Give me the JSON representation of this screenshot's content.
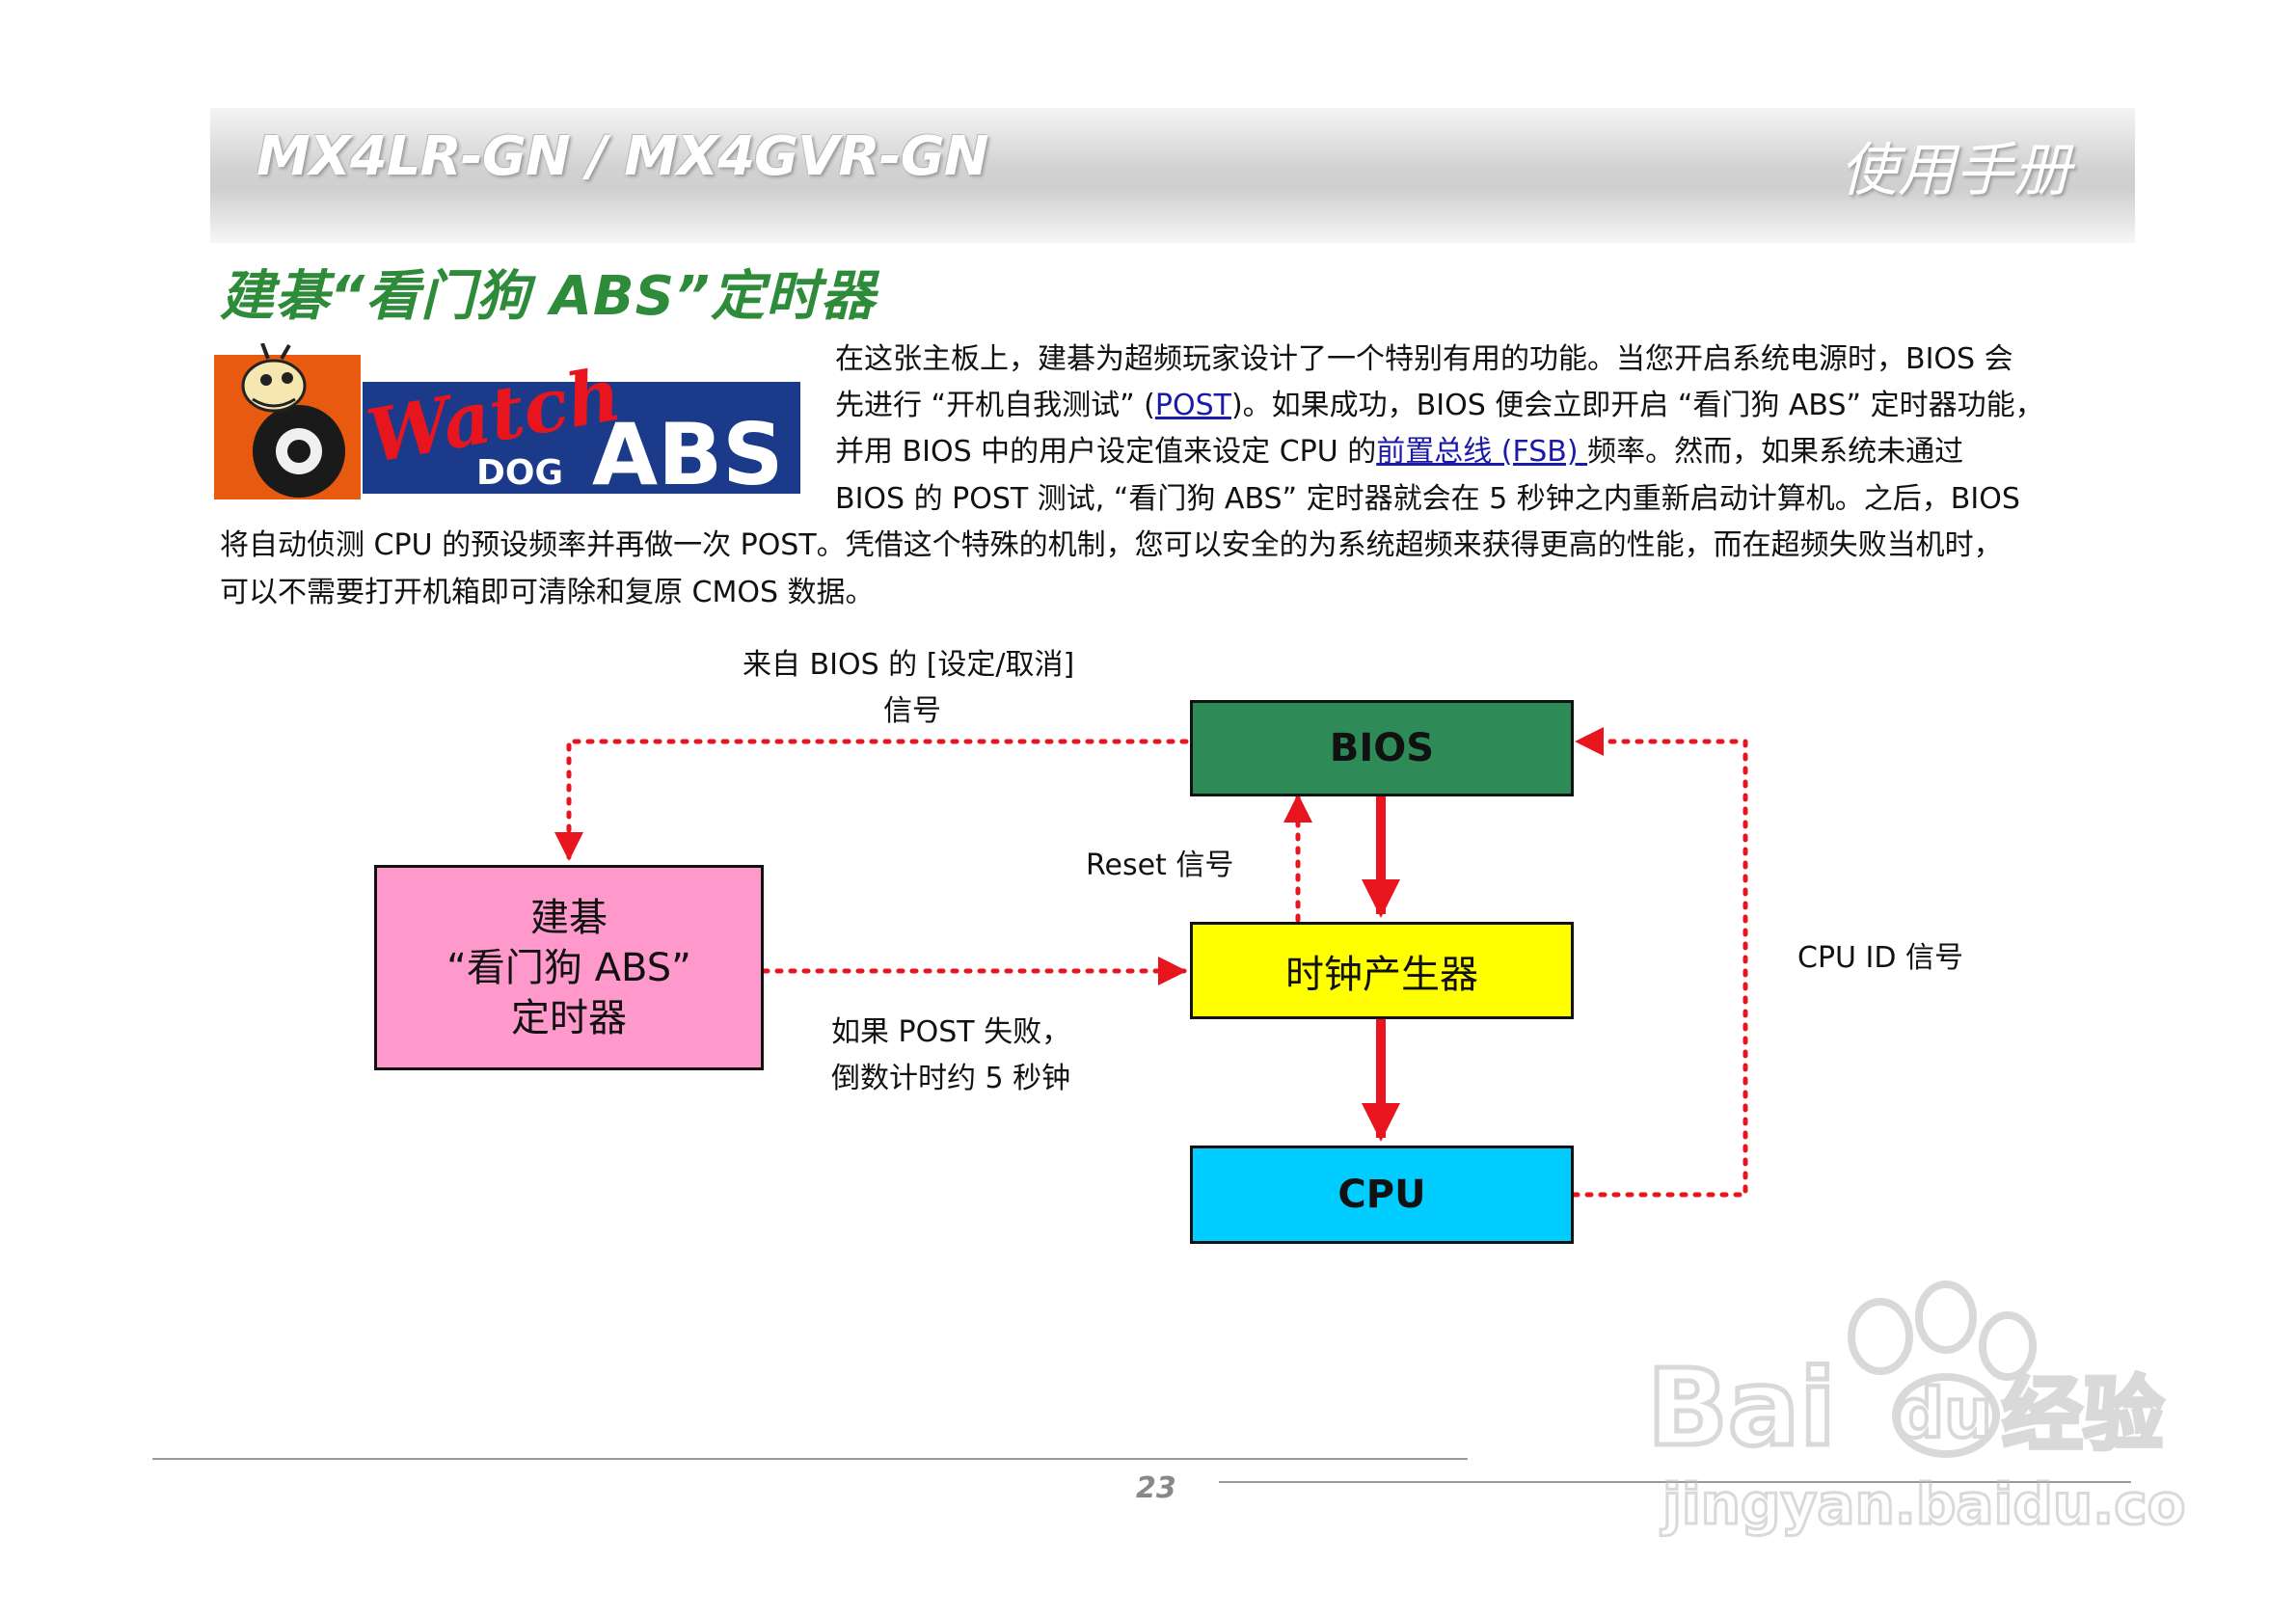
{
  "header": {
    "model": "MX4LR-GN / MX4GVR-GN",
    "manual": "使用手册"
  },
  "section_title": "建碁“看门狗 ABS”定时器",
  "logo": {
    "word1": "Watch",
    "word2": "DOG",
    "word3": "ABS"
  },
  "paragraph": {
    "l1": "在这张主板上，建碁为超频玩家设计了一个特别有用的功能。当您开启系统电源时，BIOS 会",
    "l2_a": "先进行 “开机自我测试” (",
    "l2_link": "POST",
    "l2_b": ")。如果成功，BIOS  便会立即开启 “看门狗 ABS” 定时器功能，",
    "l3_a": "并用  BIOS  中的用户设定值来设定  CPU  的",
    "l3_link": "前置总线  (FSB) ",
    "l3_b": "频率。然而，如果系统未通过",
    "l4": "BIOS  的 POST 测试, “看门狗 ABS”  定时器就会在  5  秒钟之内重新启动计算机。之后，BIOS",
    "l5": "将自动侦测 CPU 的预设频率并再做一次 POST。凭借这个特殊的机制，您可以安全的为系统超频来获得更高的性能，而在超频失败当机时，",
    "l6": "可以不需要打开机箱即可清除和复原 CMOS 数据。"
  },
  "diagram": {
    "bios": "BIOS",
    "clock": "时钟产生器",
    "cpu": "CPU",
    "timer_l1": "建碁",
    "timer_l2": "“看门狗 ABS”",
    "timer_l3": "定时器",
    "signal_top_l1": "来自 BIOS 的  [设定/取消]",
    "signal_top_l2": "信号",
    "reset": "Reset  信号",
    "cpuid": "CPU ID 信号",
    "fail_l1": "如果 POST  失败，",
    "fail_l2": "倒数计时约 5  秒钟"
  },
  "colors": {
    "bios": "#2e8b57",
    "clock": "#ffff00",
    "cpu": "#00ccff",
    "timer": "#ff99cc",
    "arrow": "#e8141e",
    "title": "#2e8b3a"
  },
  "page_number": "23",
  "watermark": {
    "brand": "Bai",
    "brand_b": "du",
    "cn": "经验",
    "url": "jingyan.baidu.com"
  }
}
